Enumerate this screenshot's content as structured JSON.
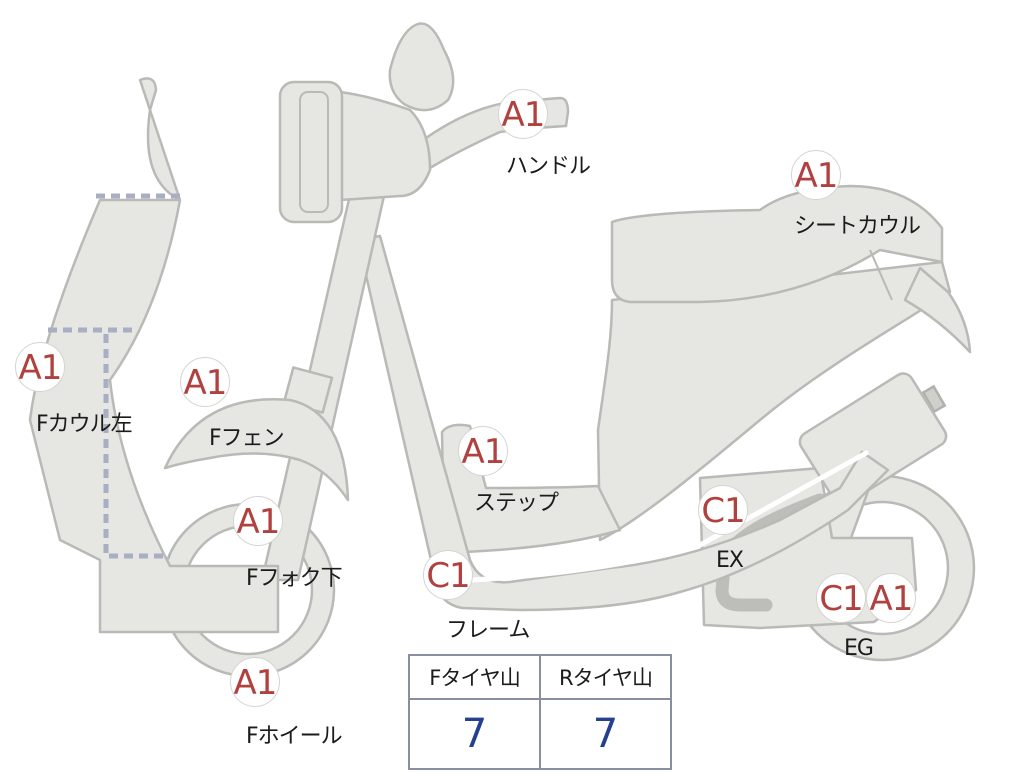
{
  "parts": [
    {
      "id": "handle",
      "grade": "A1",
      "label": "ハンドル"
    },
    {
      "id": "seat-cowl",
      "grade": "A1",
      "label": "シートカウル"
    },
    {
      "id": "f-cowl-left",
      "grade": "A1",
      "label": "Fカウル左"
    },
    {
      "id": "f-fender",
      "grade": "A1",
      "label": "Fフェン"
    },
    {
      "id": "step",
      "grade": "A1",
      "label": "ステップ"
    },
    {
      "id": "f-fork-lower",
      "grade": "A1",
      "label": "Fフォク下"
    },
    {
      "id": "frame",
      "grade": "C1",
      "label": "フレーム"
    },
    {
      "id": "ex",
      "grade": "C1",
      "label": "EX"
    },
    {
      "id": "eg",
      "grades": [
        "C1",
        "A1"
      ],
      "label": "EG"
    },
    {
      "id": "f-wheel",
      "grade": "A1",
      "label": "Fホイール"
    }
  ],
  "tread": {
    "front_header": "Fタイヤ山",
    "rear_header": "Rタイヤ山",
    "front_value": "7",
    "rear_value": "7"
  }
}
